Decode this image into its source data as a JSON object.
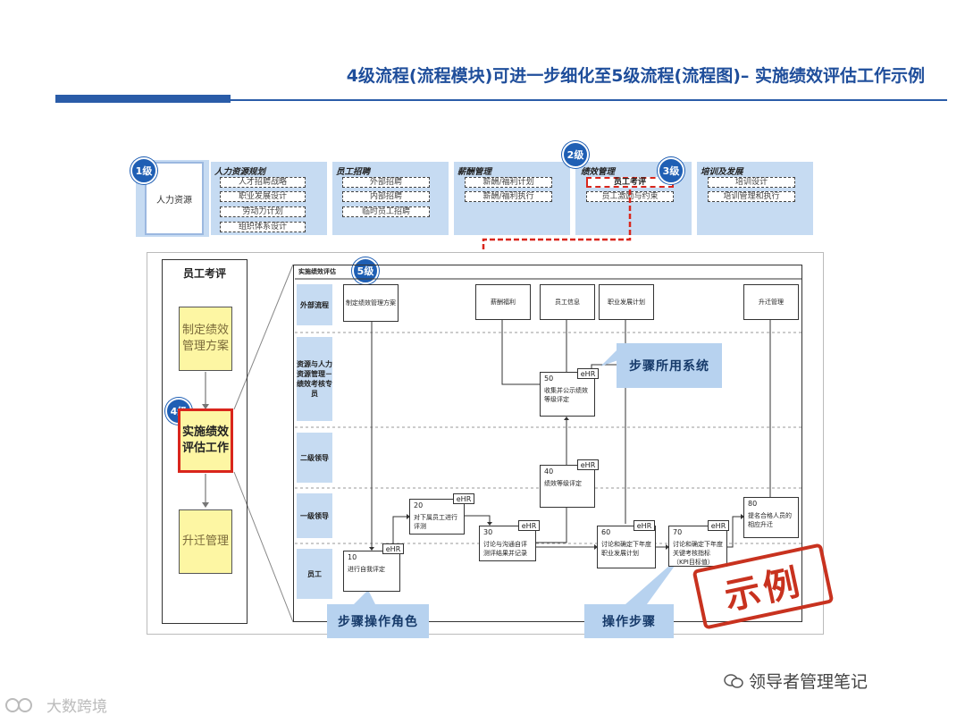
{
  "title": "4级流程(流程模块)可进一步细化至5级流程(流程图)– 实施绩效评估工作示例",
  "badges": {
    "l1": "1级",
    "l2": "2级",
    "l3": "3级",
    "l4": "4级",
    "l5": "5级"
  },
  "level1": {
    "main": "人力资源",
    "modules": [
      {
        "title": "人力资源规划",
        "items": [
          "人才招聘战略",
          "职业发展设计",
          "劳动力计划",
          "组织体系设计"
        ]
      },
      {
        "title": "员工招聘",
        "items": [
          "外部招聘",
          "内部招聘",
          "临时员工招聘"
        ]
      },
      {
        "title": "薪酬管理",
        "items": [
          "薪酬/福利计划",
          "薪酬/福利执行"
        ]
      },
      {
        "title": "绩效管理",
        "items": [
          "员工考评",
          "员工激励与约束"
        ]
      },
      {
        "title": "培训及发展",
        "items": [
          "培训设计",
          "培训管理和执行"
        ]
      }
    ]
  },
  "level4": {
    "title": "员工考评",
    "steps": [
      "制定绩效管理方案",
      "实施绩效评估工作",
      "升迁管理"
    ]
  },
  "flow": {
    "title": "实施绩效评估",
    "lanes": [
      "外部流程",
      "资源与人力资源管理－绩效考核专员",
      "二级领导",
      "一级领导",
      "员工"
    ],
    "external": [
      "制定绩效管理方案",
      "薪酬福利",
      "员工信息",
      "职业发展计划",
      "升迁管理"
    ],
    "system_tag": "eHR",
    "processes": [
      {
        "no": "10",
        "text": "进行自我评定"
      },
      {
        "no": "20",
        "text": "对下属员工进行评测"
      },
      {
        "no": "30",
        "text": "讨论与沟通自评测评结果并记录"
      },
      {
        "no": "40",
        "text": "绩效等级评定"
      },
      {
        "no": "50",
        "text": "收集并公示绩效等级评定"
      },
      {
        "no": "60",
        "text": "讨论和确定下年度职业发展计划"
      },
      {
        "no": "70",
        "text": "讨论和确定下年度关键考核指标（KPI目标值）"
      },
      {
        "no": "80",
        "text": "提名合格人员的相应升迁"
      }
    ]
  },
  "callouts": {
    "system": "步骤所用系统",
    "role": "步骤操作角色",
    "step": "操作步骤"
  },
  "stamp": "示例",
  "watermarks": {
    "right": "领导者管理笔记",
    "left": "大数跨境"
  },
  "colors": {
    "accent": "#1f5fb4",
    "highlight_red": "#d9261c",
    "lane_blue": "#c6dbf2",
    "step_yellow": "#fdf6a3"
  }
}
